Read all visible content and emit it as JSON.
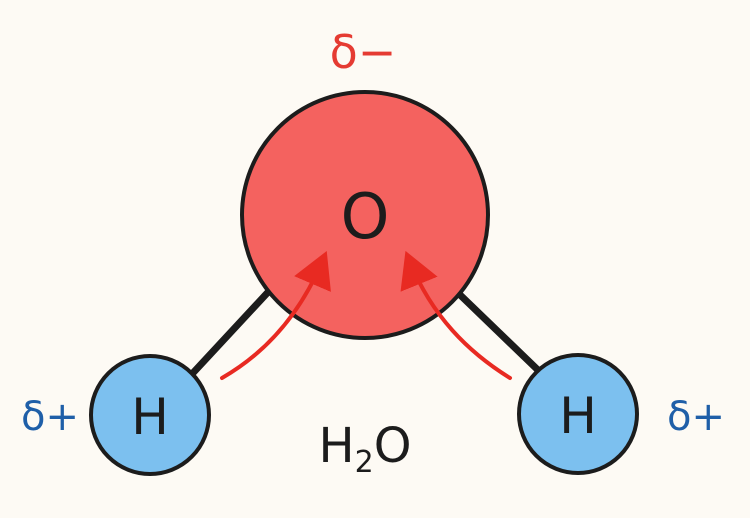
{
  "molecule": {
    "formula_main": "H",
    "formula_subscript": "2",
    "formula_tail": "O"
  },
  "atoms": {
    "oxygen": {
      "symbol": "O",
      "charge": "δ−",
      "fill": "#f4625f"
    },
    "hydrogen_left": {
      "symbol": "H",
      "charge": "δ+",
      "fill": "#7cc0ef"
    },
    "hydrogen_right": {
      "symbol": "H",
      "charge": "δ+",
      "fill": "#7cc0ef"
    }
  },
  "colors": {
    "negative_charge": "#e53b32",
    "positive_charge": "#1f5fa8",
    "arrow": "#e82a22",
    "outline": "#1c1c1c",
    "background": "#fdfaf4"
  },
  "icons": {
    "electron_shift_arrow": "curved-arrow-icon"
  }
}
